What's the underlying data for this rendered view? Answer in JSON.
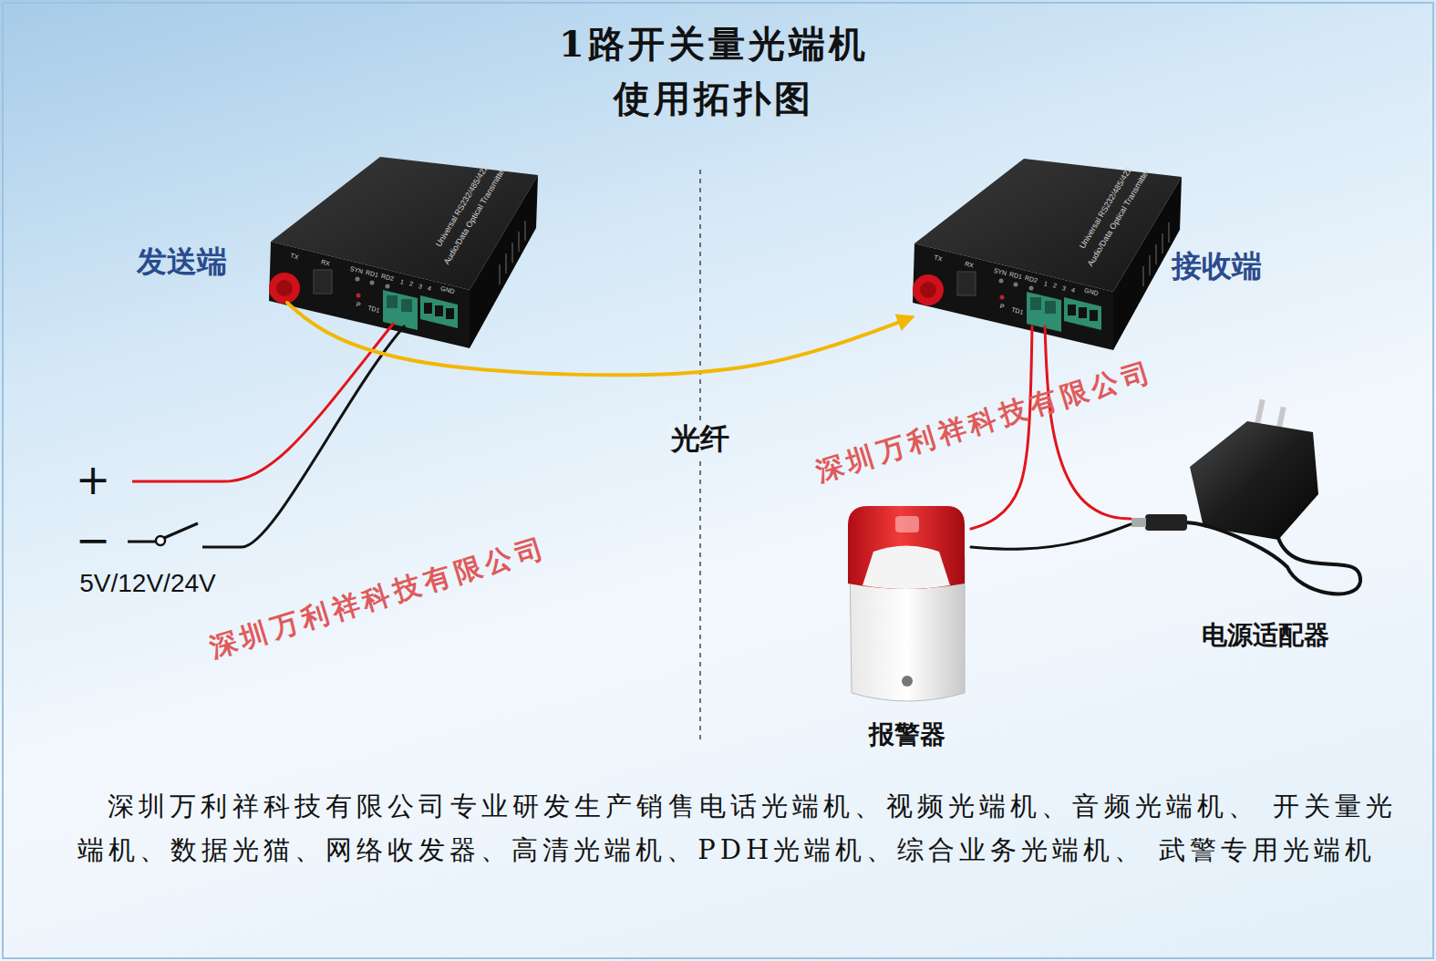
{
  "diagram": {
    "title": "1路开关量光端机 使用拓扑图",
    "caption": "深圳万利祥科技有限公司专业研发生产销售电话光端机、视频光端机、音频光端机、 开关量光端机、数据光猫、网络收发器、高清光端机、PDH光端机、综合业务光端机、 武警专用光端机",
    "nodes": [
      {
        "text": [
          "发送端"
        ]
      },
      {
        "text": [
          "接收端"
        ]
      },
      {
        "text": [
          "报警器"
        ]
      },
      {
        "text": [
          "电源适配器"
        ]
      }
    ],
    "edges": [
      {
        "from": 0,
        "to": 1,
        "arrow": "to",
        "label": "光纤"
      },
      {
        "from": 1,
        "to": 2,
        "arrow": "none"
      },
      {
        "from": 1,
        "to": 3,
        "arrow": "none"
      },
      {
        "from": 2,
        "to": 3,
        "arrow": "none"
      }
    ],
    "labels": [
      "Universal RS232/485/422",
      "Audio/Data Optical Transmitter",
      "TX",
      "RX",
      "SYN",
      "RD1",
      "RD2",
      "P",
      "TD1",
      "1",
      "2",
      "3",
      "4",
      "GND",
      "Universal RS232/485/422",
      "Audio/Data Optical Transmitter",
      "TX",
      "RX",
      "SYN",
      "RD1",
      "RD2",
      "P",
      "TD1",
      "1",
      "2",
      "3",
      "4",
      "GND",
      "+",
      "−",
      "5V/12V/24V",
      "深圳万利祥科技有限公司",
      "深圳万利祥科技有限公司"
    ]
  }
}
